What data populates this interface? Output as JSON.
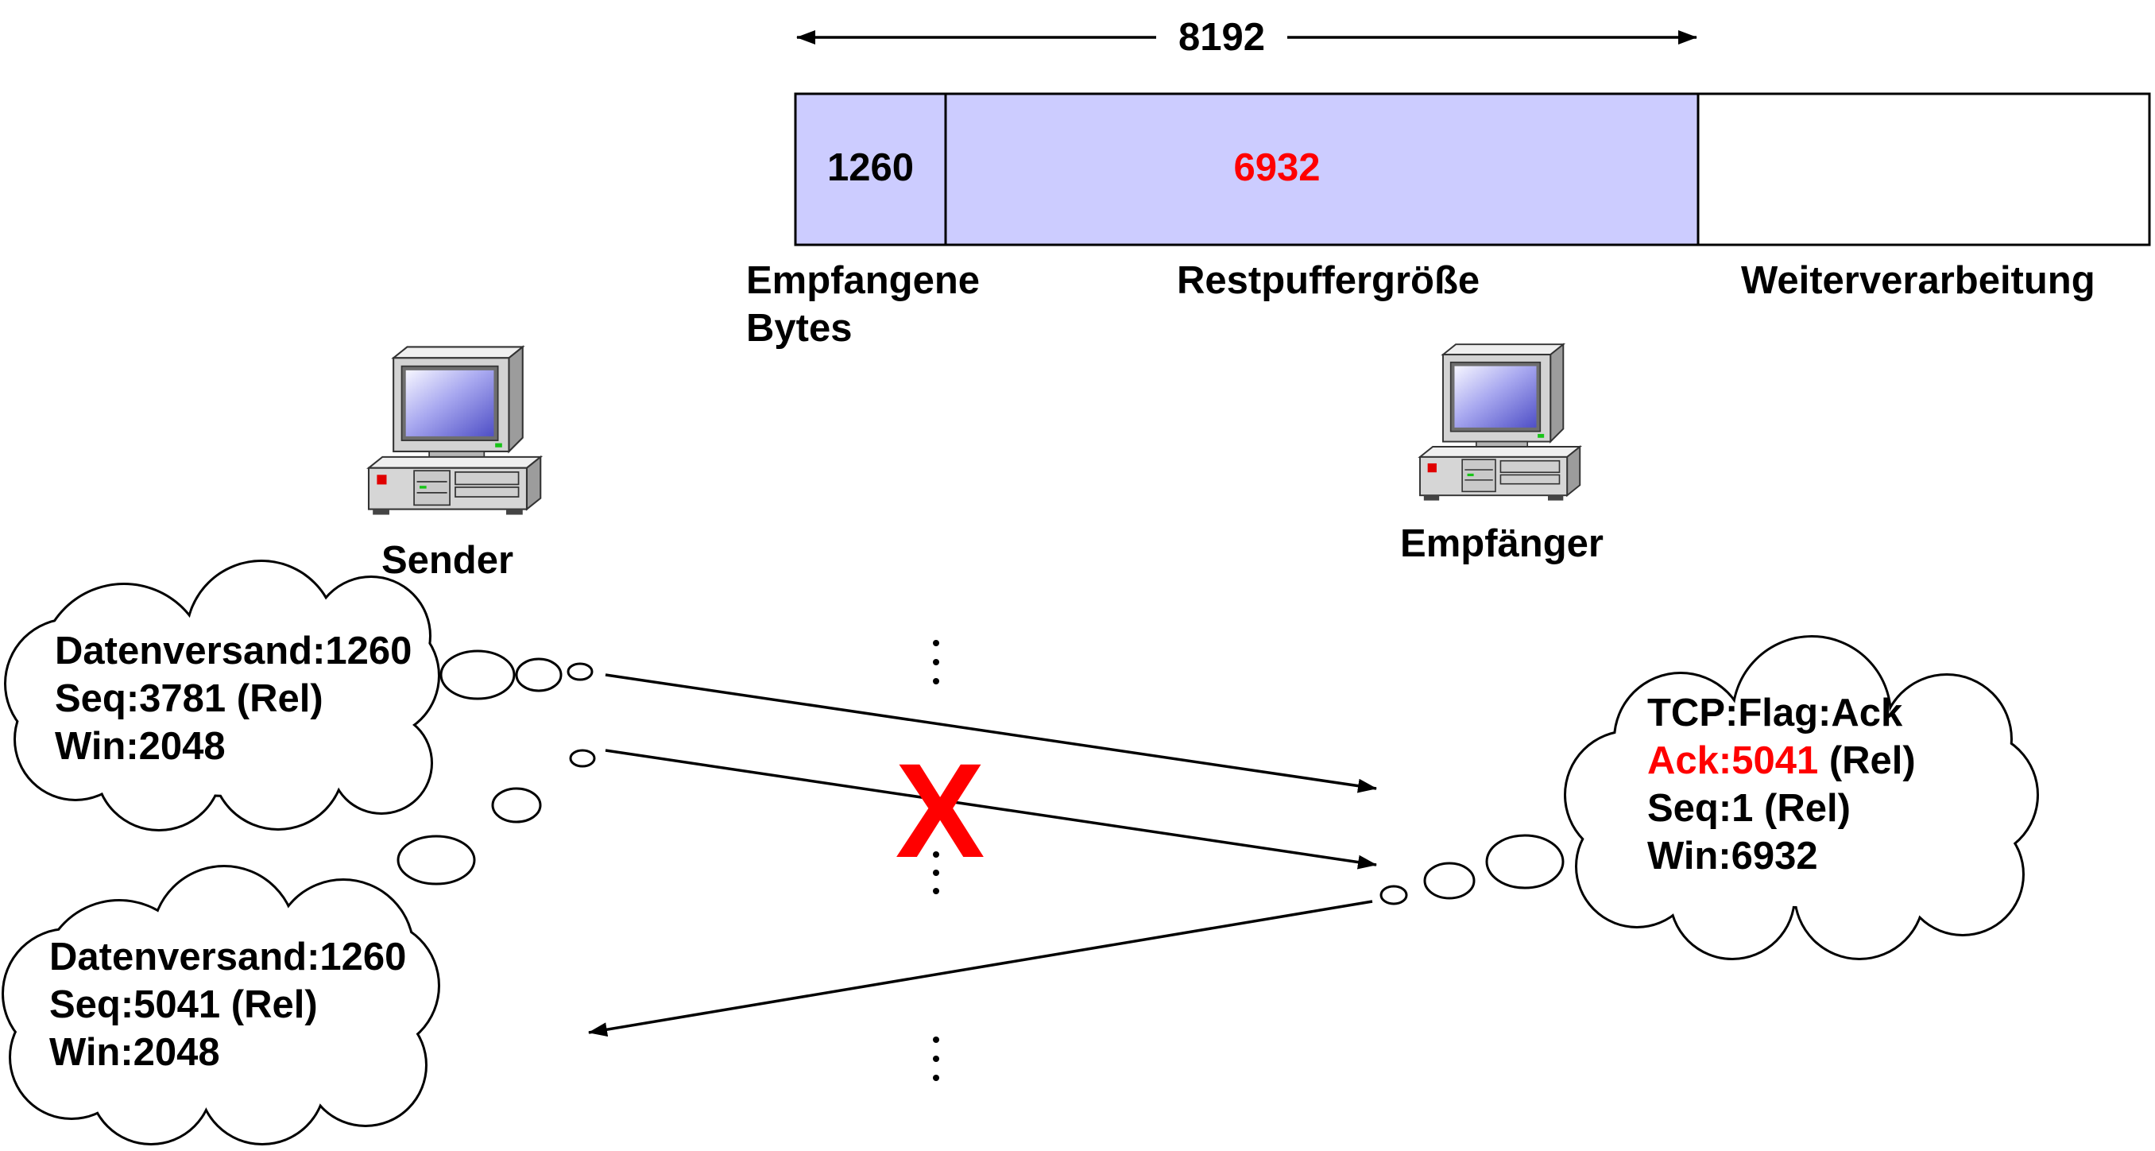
{
  "buffer": {
    "total_size": "8192",
    "received_bytes": "1260",
    "remaining_buffer": "6932",
    "label_received_line1": "Empfangene",
    "label_received_line2": "Bytes",
    "label_remaining": "Restpuffergröße",
    "label_processing": "Weiterverarbeitung"
  },
  "hosts": {
    "sender": "Sender",
    "receiver": "Empfänger"
  },
  "icons": {
    "sender": "desktop-computer-icon",
    "receiver": "desktop-computer-icon"
  },
  "messages": {
    "sender_first": {
      "line1": "Datenversand:1260",
      "line2": "Seq:3781 (Rel)",
      "line3": "Win:2048"
    },
    "receiver_ack": {
      "line1": "TCP:Flag:Ack",
      "ack": "Ack:5041",
      "ack_suffix": "(Rel)",
      "line3": "Seq:1 (Rel)",
      "line4": "Win:6932"
    },
    "sender_retransmit": {
      "line1": "Datenversand:1260",
      "line2": "Seq:5041 (Rel)",
      "line3": "Win:2048"
    }
  },
  "lost_segment_marker": "X",
  "colors": {
    "buffer_fill": "#ccccff",
    "highlight": "#ff0000"
  }
}
